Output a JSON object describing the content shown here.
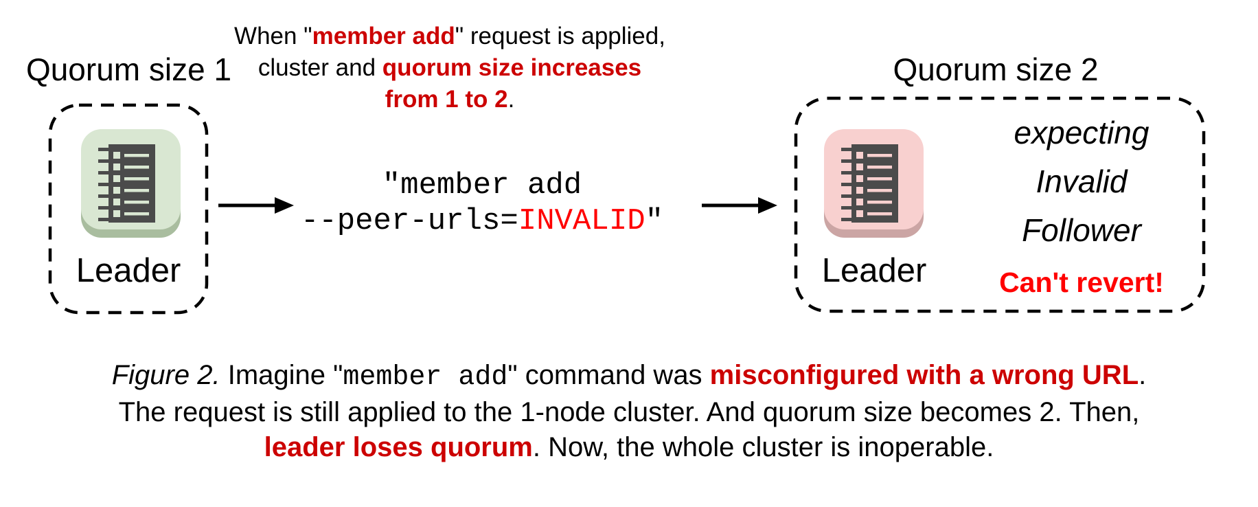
{
  "palette": {
    "red_bold": "#cc0000",
    "red_bright": "#ff0000",
    "green_fill": "#d9e7d2",
    "green_shadow": "#a9bd9f",
    "pink_fill": "#f8d0cf",
    "pink_shadow": "#cba5a4",
    "server_gray": "#4b4b4b",
    "text": "#000000"
  },
  "icons": {
    "left_node": "server-icon",
    "right_node": "server-icon",
    "flow": "right-arrow-icon"
  },
  "left_cluster": {
    "title": "Quorum size 1",
    "node_label": "Leader"
  },
  "right_cluster": {
    "title": "Quorum size 2",
    "node_label": "Leader",
    "expecting": [
      [
        {
          "t": "expecting"
        }
      ],
      [
        {
          "t": "Invalid"
        }
      ],
      [
        {
          "t": "Follower"
        }
      ]
    ],
    "warning": "Can't revert!"
  },
  "middle": {
    "annotation": [
      [
        {
          "t": "When \""
        },
        {
          "t": "member add",
          "s": "redbold"
        },
        {
          "t": "\" request is applied,"
        }
      ],
      [
        {
          "t": "cluster and "
        },
        {
          "t": "quorum size increases",
          "s": "redbold"
        }
      ],
      [
        {
          "t": "from 1 to 2",
          "s": "redbold"
        },
        {
          "t": "."
        }
      ]
    ],
    "command": [
      [
        {
          "t": "\"member add"
        }
      ],
      [
        {
          "t": "--peer-urls="
        },
        {
          "t": "INVALID",
          "s": "redmono"
        },
        {
          "t": "\""
        }
      ]
    ]
  },
  "caption": [
    [
      {
        "t": "Figure 2.",
        "s": "italic"
      },
      {
        "t": " Imagine \""
      },
      {
        "t": "member add",
        "s": "mono"
      },
      {
        "t": "\" command was "
      },
      {
        "t": "misconfigured with a wrong URL",
        "s": "redbold"
      },
      {
        "t": "."
      }
    ],
    [
      {
        "t": "The request is still applied to the 1-node cluster. And quorum size becomes 2. Then,"
      }
    ],
    [
      {
        "t": "leader loses quorum",
        "s": "redbold"
      },
      {
        "t": ". Now, the whole cluster is inoperable."
      }
    ]
  ]
}
